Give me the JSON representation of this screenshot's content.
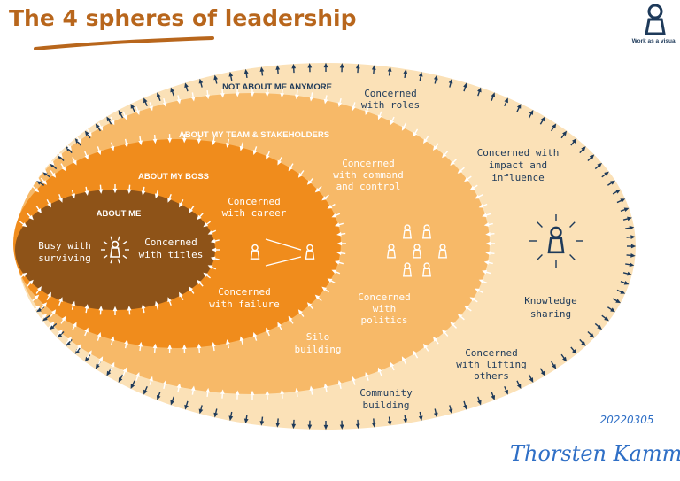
{
  "title": "The 4 spheres of leadership",
  "logo": {
    "caption": "Work as a visual"
  },
  "spheres": [
    {
      "heading": "NOT ABOUT ME ANYMORE",
      "color": "#fbe1b7",
      "labels": [
        "Concerned with roles",
        "Concerned with impact and influence",
        "Knowledge sharing",
        "Concerned with lifting others",
        "Community building"
      ]
    },
    {
      "heading": "ABOUT MY TEAM & STAKEHOLDERS",
      "color": "#f7b968",
      "labels": [
        "Concerned with command and control",
        "Concerned with politics",
        "Silo building"
      ]
    },
    {
      "heading": "ABOUT MY BOSS",
      "color": "#f08c1c",
      "labels": [
        "Concerned with career",
        "Concerned with failure"
      ]
    },
    {
      "heading": "ABOUT ME",
      "color": "#8e5318",
      "labels": [
        "Busy with surviving",
        "Concerned with titles"
      ]
    }
  ],
  "date": "20220305",
  "signature": "Thorsten Kammer",
  "colors": {
    "title": "#b8661c",
    "navy": "#1e3a5a",
    "signature": "#2f6fc6"
  }
}
